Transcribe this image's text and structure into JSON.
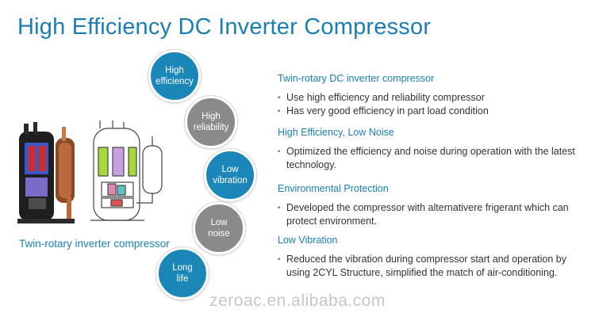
{
  "title": "High Efficiency DC Inverter Compressor",
  "caption": "Twin-rotary inverter compressor",
  "bubbles": [
    {
      "line1": "High",
      "line2": "efficiency",
      "color": "#1b86b8"
    },
    {
      "line1": "High",
      "line2": "reliability",
      "color": "#8a8a8a"
    },
    {
      "line1": "Low",
      "line2": "vibration",
      "color": "#1b86b8"
    },
    {
      "line1": "Low",
      "line2": "noise",
      "color": "#8a8a8a"
    },
    {
      "line1": "Long",
      "line2": "life",
      "color": "#1b86b8"
    }
  ],
  "sections": [
    {
      "heading": "Twin-rotary DC inverter compressor",
      "items": [
        "Use high efficiency and reliability compressor",
        "Has very good efficiency in part load condition"
      ]
    },
    {
      "heading": "High Efficiency, Low Noise",
      "items": [
        "Optimized the efficiency and noise during operation with the latest technology."
      ]
    },
    {
      "heading": "Environmental Protection",
      "items": [
        "Developed the compressor with alternativere frigerant which can protect environment."
      ]
    },
    {
      "heading": "Low Vibration",
      "items": [
        "Reduced the vibration during compressor start and operation by using 2CYL Structure, simplified the match of air-conditioning."
      ]
    }
  ],
  "watermark": "zeroac.en.alibaba.com",
  "colors": {
    "accent": "#1a7fb5",
    "bubble_blue": "#1b86b8",
    "bubble_grey": "#8a8a8a"
  }
}
